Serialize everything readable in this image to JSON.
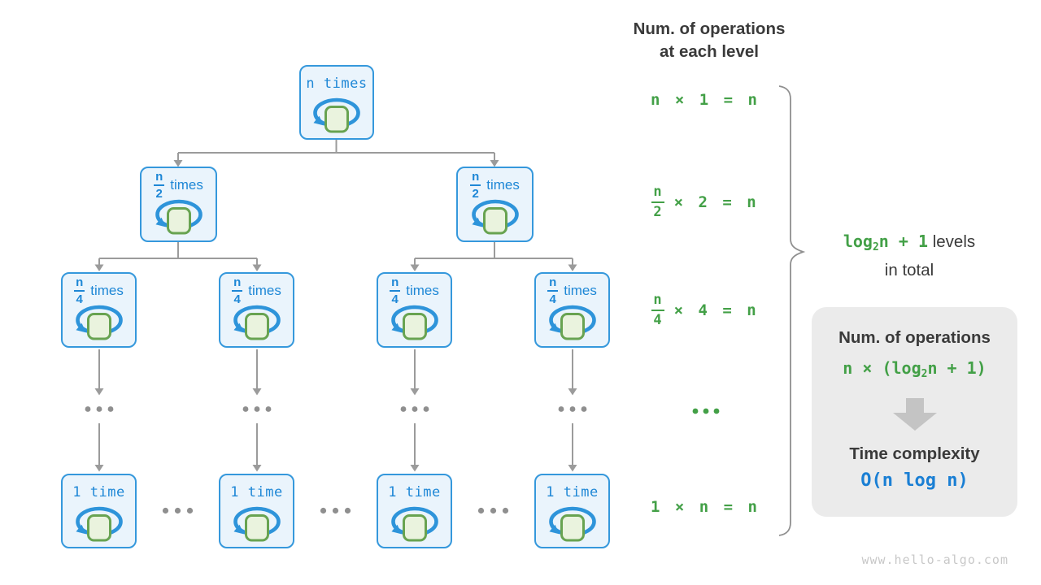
{
  "header": {
    "line1": "Num. of operations",
    "line2": "at each level"
  },
  "tree": {
    "root": {
      "label": "n times"
    },
    "level1": {
      "num": "n",
      "den": "2",
      "word": "times"
    },
    "level2": {
      "num": "n",
      "den": "4",
      "word": "times"
    },
    "leaf": {
      "label": "1 time"
    }
  },
  "equations": {
    "row0": {
      "text": "n × 1 = n"
    },
    "row1": {
      "num": "n",
      "den": "2",
      "rest": "× 2 = n"
    },
    "row2": {
      "num": "n",
      "den": "4",
      "rest": "× 4 = n"
    },
    "row4": {
      "text": "1 × n = n"
    }
  },
  "brace": {
    "green_pre": "log",
    "green_sub": "2",
    "green_post": "n + 1",
    "dark_line1": "levels",
    "dark_line2": "in total"
  },
  "summary": {
    "title1": "Num. of operations",
    "formula_pre": "n × (log",
    "formula_sub": "2",
    "formula_post": "n + 1)",
    "title2": "Time complexity",
    "complexity": "O(n log n)"
  },
  "watermark": "www.hello-algo.com",
  "colors": {
    "node_border_blue": "#3598dc",
    "node_fill": "#eaf4fc",
    "text_blue": "#1e87d6",
    "green": "#43a047",
    "square_fill": "#eaf3de",
    "square_stroke": "#68a351",
    "connector_gray": "#9b9b9b",
    "complexity_blue": "#1a7fd4",
    "card_bg": "#ebebeb"
  }
}
